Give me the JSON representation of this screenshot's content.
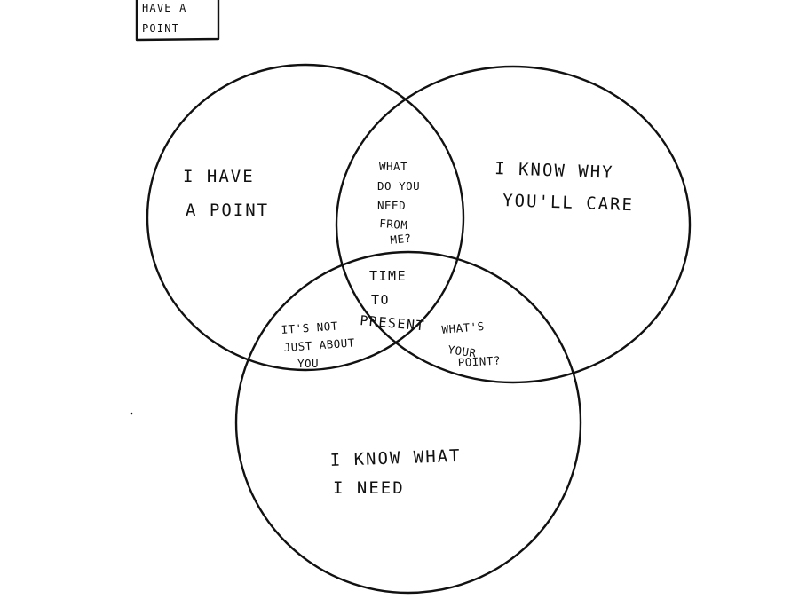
{
  "tag": {
    "line1": "HAVE A",
    "line2": "POINT"
  },
  "circles": {
    "point": {
      "line1": "I HAVE",
      "line2": "A POINT"
    },
    "care": {
      "line1": "I KNOW WHY",
      "line2": "YOU'LL CARE"
    },
    "need": {
      "line1": "I KNOW WHAT",
      "line2": "I NEED"
    }
  },
  "overlaps": {
    "point_care": {
      "line1": "WHAT",
      "line2": "DO YOU",
      "line3": "NEED",
      "line4": "FROM",
      "line5": "ME?"
    },
    "point_need": {
      "line1": "IT'S NOT",
      "line2": "JUST ABOUT",
      "line3": "YOU"
    },
    "care_need": {
      "line1": "WHAT'S",
      "line2": "YOUR",
      "line3": "POINT?"
    },
    "center": {
      "line1": "TIME",
      "line2": "TO",
      "line3": "PRESENT"
    }
  },
  "colors": {
    "ink": "#111111",
    "paper": "#ffffff"
  }
}
